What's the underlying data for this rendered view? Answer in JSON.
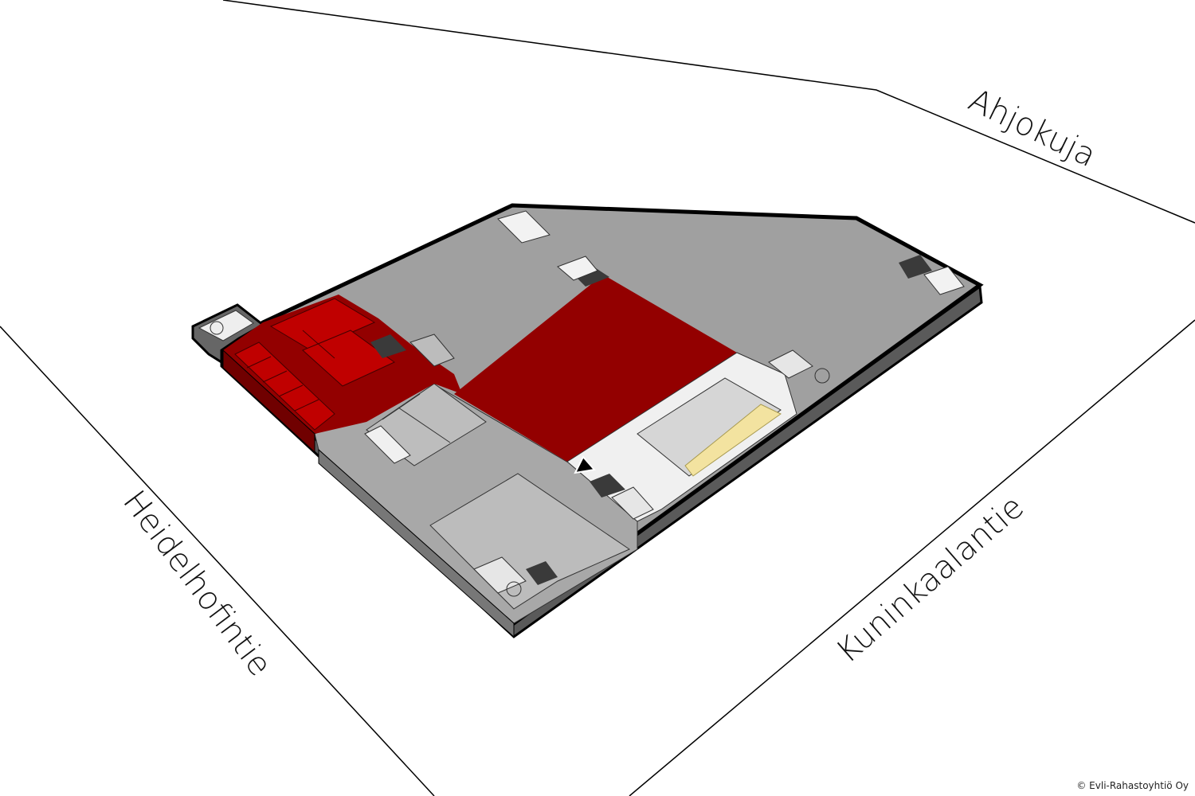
{
  "streets": {
    "north": "Ahjokuja",
    "west": "Heidelhofintie",
    "east": "Kuninkaalantie"
  },
  "copyright": "© Evli-Rahastoyhtiö Oy",
  "colors": {
    "highlight_red": "#930000",
    "room_red": "#c00000",
    "floor_gray": "#a0a0a0",
    "room_gray": "#b9b9b9",
    "service_dark": "#3a3a3a",
    "stair_yellow": "#f3e3a0",
    "lobby_white": "#f0f0f0"
  },
  "marker": {
    "icon": "you-are-here-arrow-icon"
  }
}
